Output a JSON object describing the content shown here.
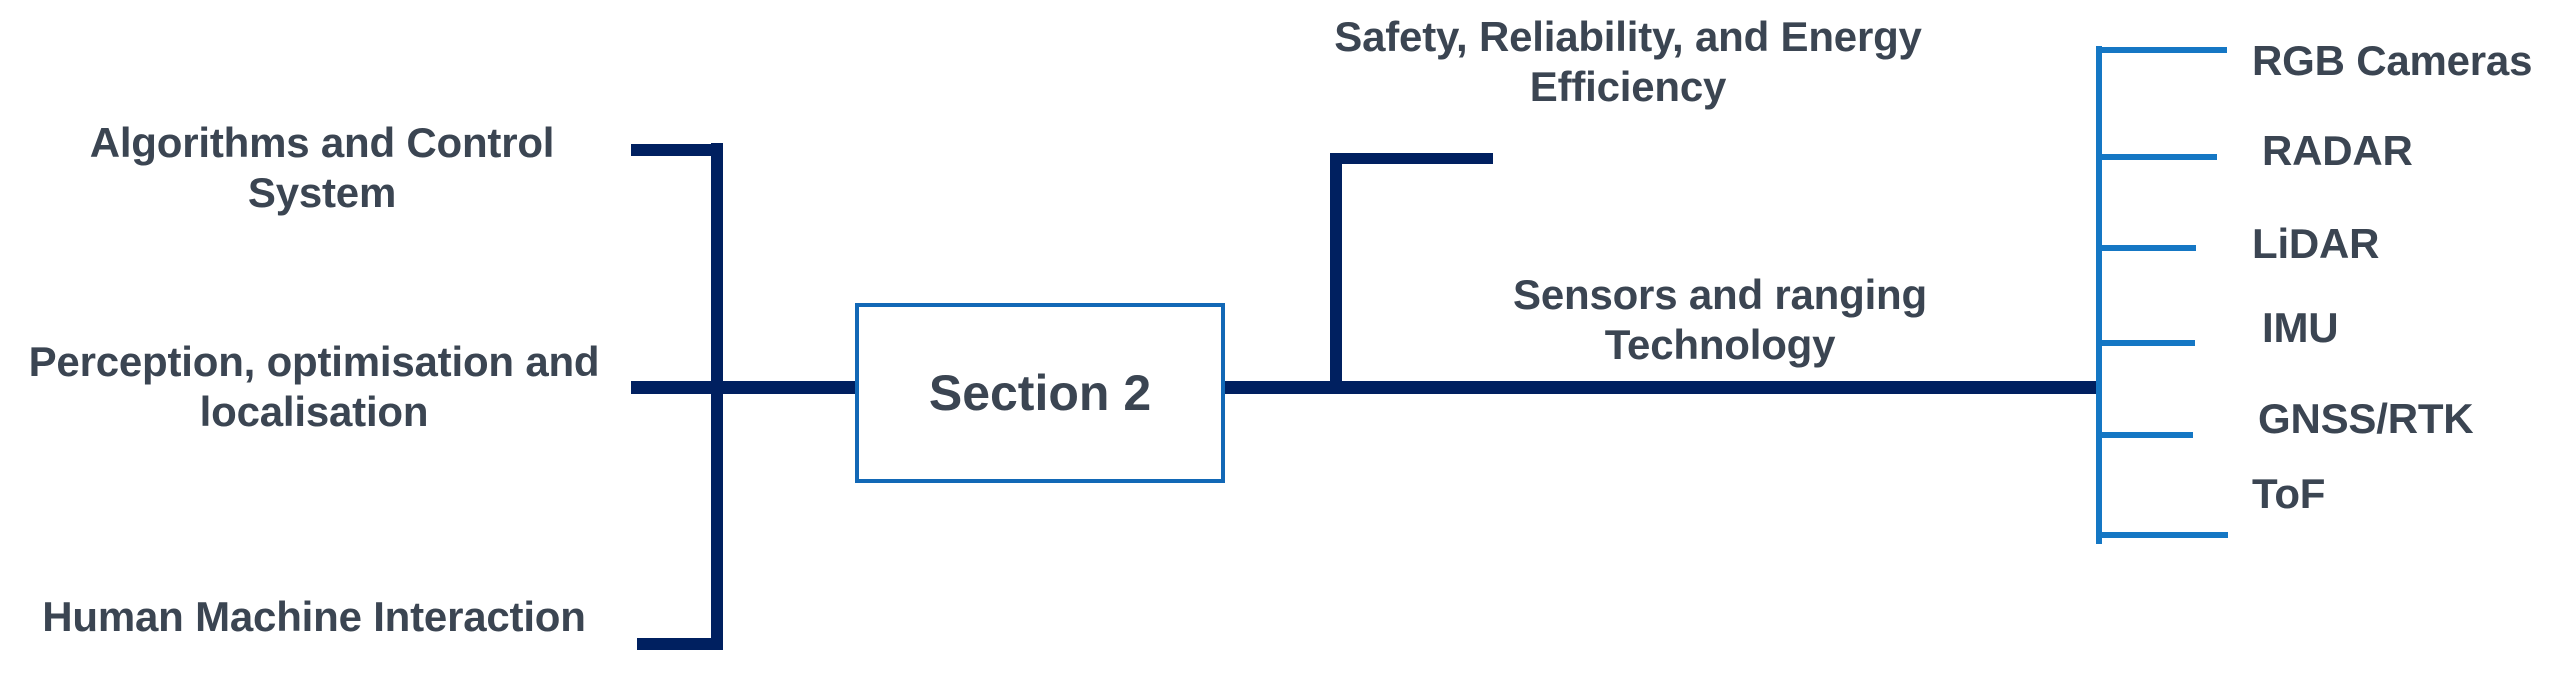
{
  "diagram": {
    "type": "tree-diagram",
    "title_node": "Section 2",
    "colors": {
      "primary_line": "#002060",
      "secondary_line": "#1268b6",
      "box_border": "#1268b6",
      "text": "#3b4552",
      "background": "#ffffff"
    }
  },
  "center": {
    "box_label": "Section 2"
  },
  "left_branches": [
    {
      "label": "Algorithms and Control System"
    },
    {
      "label": "Perception, optimisation and localisation"
    },
    {
      "label": "Human Machine Interaction"
    }
  ],
  "right_branches": [
    {
      "label": "Safety, Reliability, and Energy Efficiency"
    },
    {
      "label": "Sensors and ranging Technology"
    }
  ],
  "sensor_leaves": [
    {
      "label": "RGB Cameras"
    },
    {
      "label": "RADAR"
    },
    {
      "label": "LiDAR"
    },
    {
      "label": "IMU"
    },
    {
      "label": "GNSS/RTK"
    },
    {
      "label": "ToF"
    }
  ]
}
